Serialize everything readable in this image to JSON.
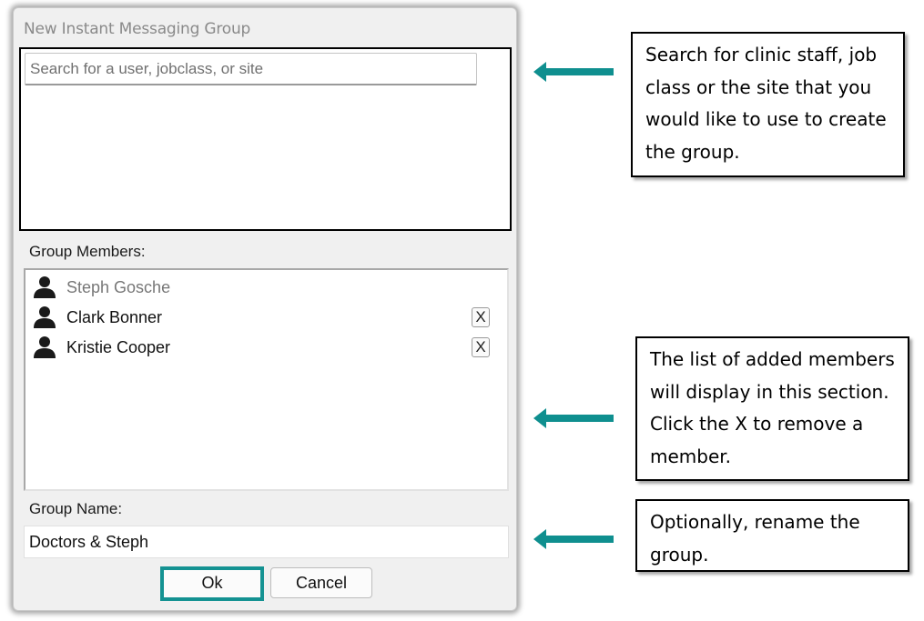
{
  "dialog": {
    "title": "New Instant Messaging Group",
    "search": {
      "placeholder": "Search for a user, jobclass, or site",
      "value": ""
    },
    "members_label": "Group Members:",
    "members": [
      {
        "name": "Steph Gosche",
        "removable": false,
        "icon": "person-icon"
      },
      {
        "name": "Clark Bonner",
        "removable": true,
        "remove_label": "X",
        "icon": "person-icon"
      },
      {
        "name": "Kristie Cooper",
        "removable": true,
        "remove_label": "X",
        "icon": "person-icon"
      }
    ],
    "group_name_label": "Group Name:",
    "group_name_value": "Doctors & Steph",
    "ok_label": "Ok",
    "cancel_label": "Cancel"
  },
  "callouts": {
    "search": "Search for clinic staff, job class or the site that you would like to use to create the group.",
    "members": "The list of added members will display in this section. Click the X to remove a member.",
    "rename": "Optionally, rename the group."
  },
  "colors": {
    "accent": "#149292",
    "arrow": "#0f8f8f"
  }
}
